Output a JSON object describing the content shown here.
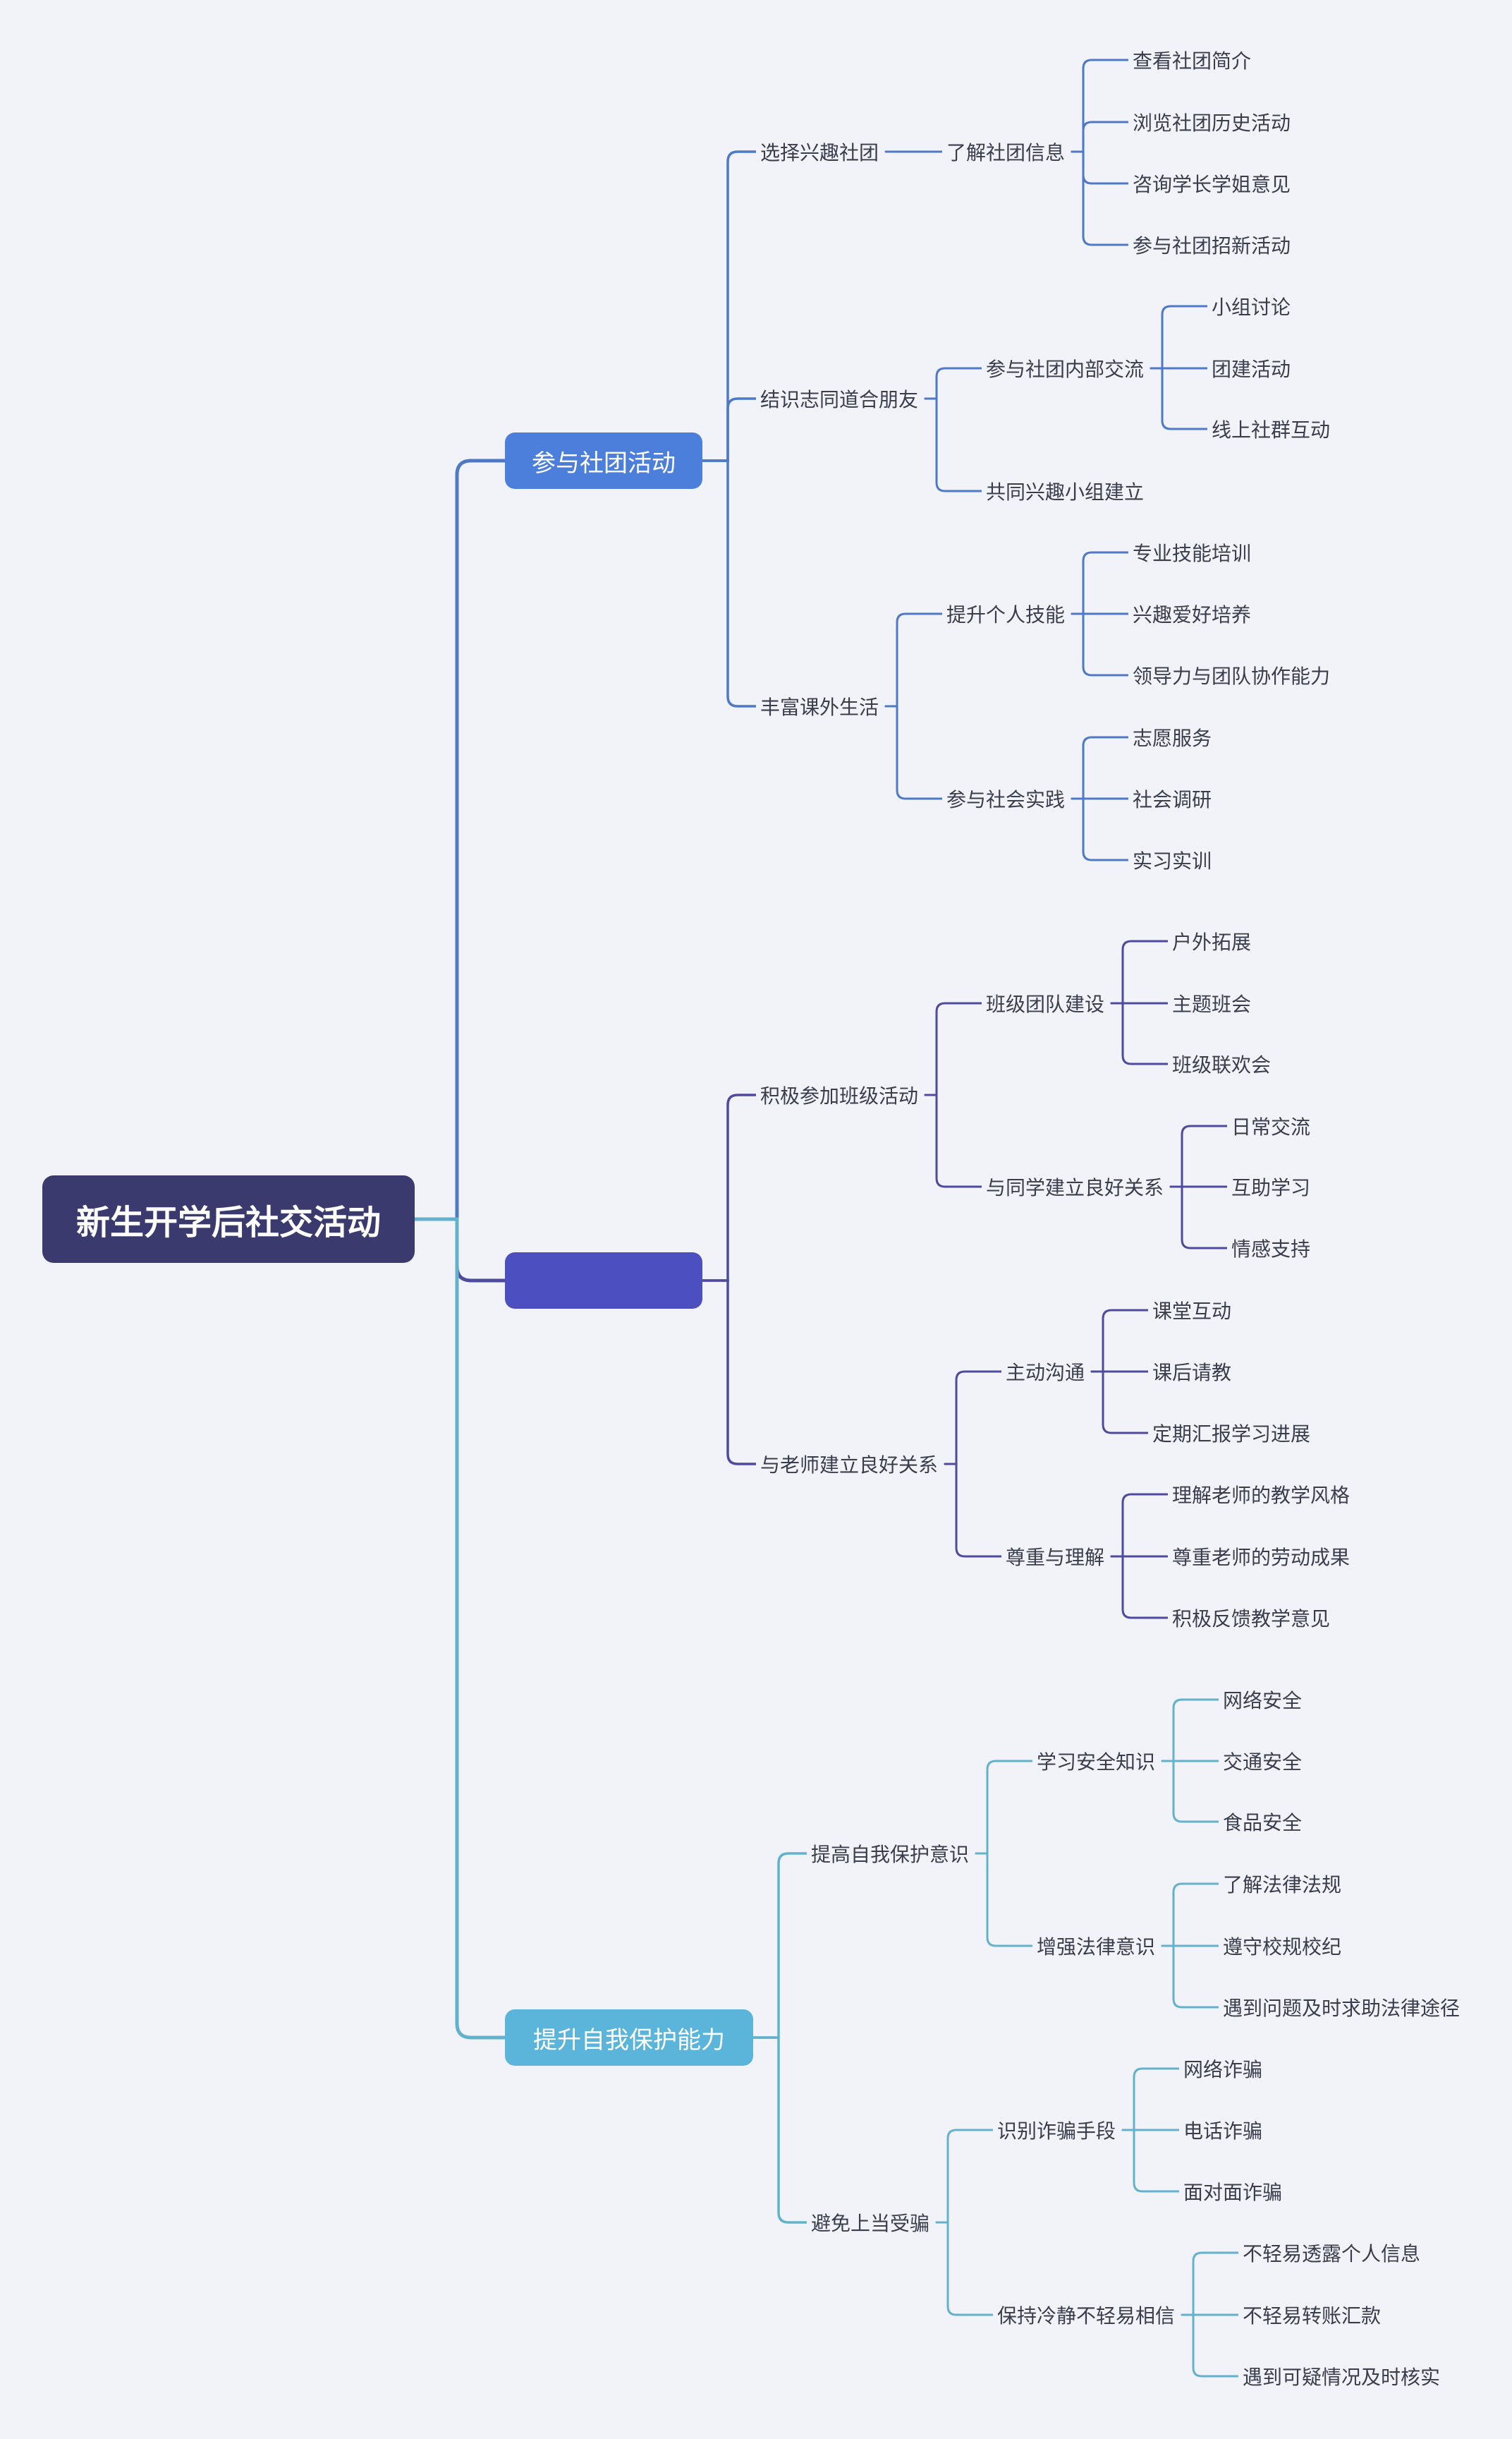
{
  "root": "新生开学后社交活动",
  "colors": {
    "root": "#3b3a6e",
    "branch1": "#4c7fdc",
    "branch2": "#4b4fc0",
    "branch3": "#5bb4d9",
    "line1": "#4d79c7",
    "line2": "#4d4aa0",
    "line3": "#62b2cc"
  },
  "branch1": {
    "label": "参与社团活动",
    "l2": [
      {
        "label": "选择兴趣社团",
        "l3": [
          {
            "label": "了解社团信息",
            "l4": [
              "查看社团简介",
              "浏览社团历史活动",
              "咨询学长学姐意见",
              "参与社团招新活动"
            ]
          }
        ]
      },
      {
        "label": "结识志同道合朋友",
        "l3": [
          {
            "label": "参与社团内部交流",
            "l4": [
              "小组讨论",
              "团建活动",
              "线上社群互动"
            ]
          },
          {
            "label": "共同兴趣小组建立",
            "l4": []
          }
        ]
      },
      {
        "label": "丰富课外生活",
        "l3": [
          {
            "label": "提升个人技能",
            "l4": [
              "专业技能培训",
              "兴趣爱好培养",
              "领导力与团队协作能力"
            ]
          },
          {
            "label": "参与社会实践",
            "l4": [
              "志愿服务",
              "社会调研",
              "实习实训"
            ]
          }
        ]
      }
    ]
  },
  "branch2": {
    "label": "",
    "l2": [
      {
        "label": "积极参加班级活动",
        "l3": [
          {
            "label": "班级团队建设",
            "l4": [
              "户外拓展",
              "主题班会",
              "班级联欢会"
            ]
          },
          {
            "label": "与同学建立良好关系",
            "l4": [
              "日常交流",
              "互助学习",
              "情感支持"
            ]
          }
        ]
      },
      {
        "label": "与老师建立良好关系",
        "l3": [
          {
            "label": "主动沟通",
            "l4": [
              "课堂互动",
              "课后请教",
              "定期汇报学习进展"
            ]
          },
          {
            "label": "尊重与理解",
            "l4": [
              "理解老师的教学风格",
              "尊重老师的劳动成果",
              "积极反馈教学意见"
            ]
          }
        ]
      }
    ]
  },
  "branch3": {
    "label": "提升自我保护能力",
    "l2": [
      {
        "label": "提高自我保护意识",
        "l3": [
          {
            "label": "学习安全知识",
            "l4": [
              "网络安全",
              "交通安全",
              "食品安全"
            ]
          },
          {
            "label": "增强法律意识",
            "l4": [
              "了解法律法规",
              "遵守校规校纪",
              "遇到问题及时求助法律途径"
            ]
          }
        ]
      },
      {
        "label": "避免上当受骗",
        "l3": [
          {
            "label": "识别诈骗手段",
            "l4": [
              "网络诈骗",
              "电话诈骗",
              "面对面诈骗"
            ]
          },
          {
            "label": "保持冷静不轻易相信",
            "l4": [
              "不轻易透露个人信息",
              "不轻易转账汇款",
              "遇到可疑情况及时核实"
            ]
          }
        ]
      }
    ]
  }
}
